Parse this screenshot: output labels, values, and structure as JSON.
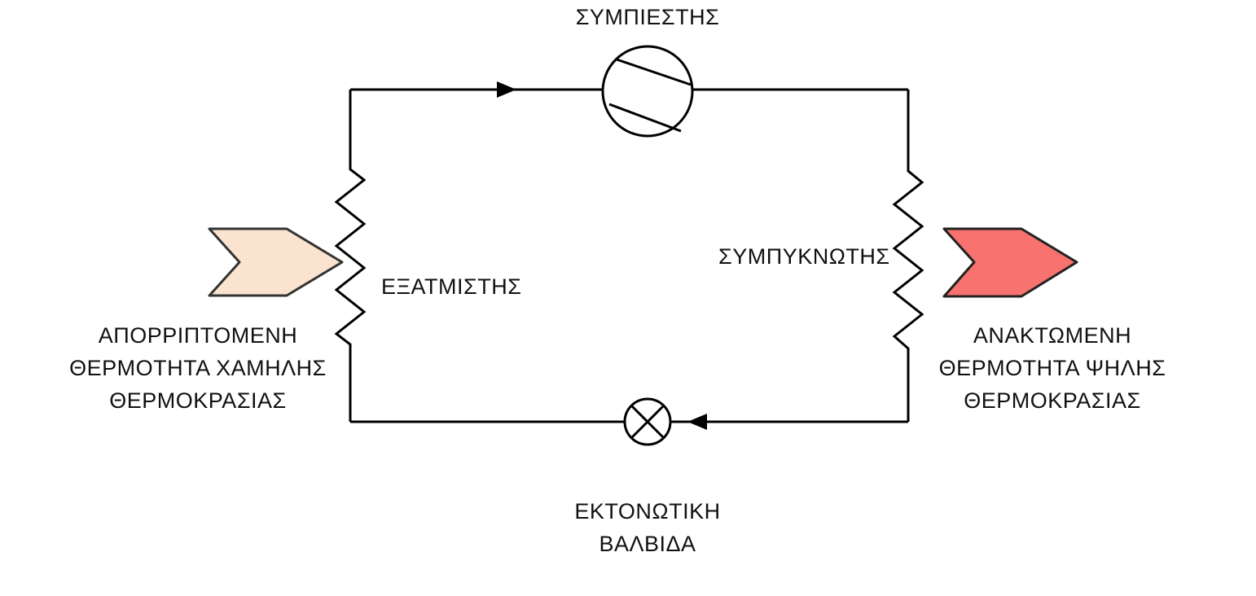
{
  "diagram": {
    "title": "Heat pump refrigeration cycle (Greek labels)",
    "labels": {
      "compressor": "ΣΥΜΠΙΕΣΤΗΣ",
      "evaporator": "ΕΞΑΤΜΙΣΤΗΣ",
      "condenser": "ΣΥΜΠΥΚΝΩΤΗΣ",
      "expansion_valve_line1": "ΕΚΤΟΝΩΤΙΚΗ",
      "expansion_valve_line2": "ΒΑΛΒΙΔΑ",
      "low_temp_heat_line1": "ΑΠΟΡΡΙΠΤΟΜΕΝΗ",
      "low_temp_heat_line2": "ΘΕΡΜΟΤΗΤΑ ΧΑΜΗΛΗΣ",
      "low_temp_heat_line3": "ΘΕΡΜΟΚΡΑΣΙΑΣ",
      "high_temp_heat_line1": "ΑΝΑΚΤΩΜΕΝΗ",
      "high_temp_heat_line2": "ΘΕΡΜΟΤΗΤΑ ΨΗΛΗΣ",
      "high_temp_heat_line3": "ΘΕΡΜΟΚΡΑΣΙΑΣ"
    },
    "colors": {
      "line": "#000000",
      "low_temp_arrow_fill": "#fae4cf",
      "high_temp_arrow_fill": "#f8726f",
      "arrow_stroke": "#333333",
      "background": "#ffffff"
    },
    "icons": {
      "compressor_symbol": "circle-with-chords",
      "expansion_valve_symbol": "circle-with-x",
      "coil_symbol": "zigzag",
      "flow_top_direction": "right",
      "flow_bottom_direction": "left"
    }
  }
}
